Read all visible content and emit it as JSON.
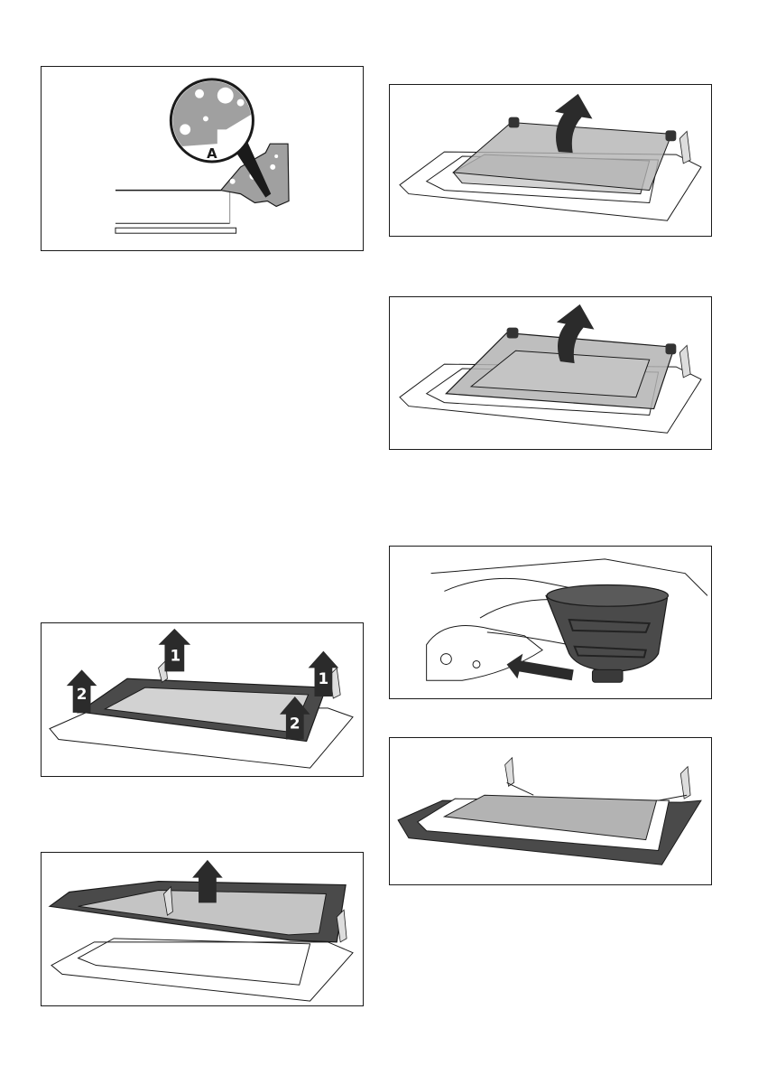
{
  "figures": {
    "hinge_detail": {
      "callout_label": "A"
    },
    "door_frame_removal": {
      "step_labels": [
        "1",
        "1",
        "2",
        "2"
      ]
    }
  },
  "colors": {
    "outline": "#1a1a1a",
    "dark_frame": "#4a4a4a",
    "glass": "#b3b3b3",
    "glass_light": "#d2d2d2",
    "arrow": "#2b2b2b"
  },
  "icons": [
    "up-arrow-icon",
    "right-arrow-icon",
    "magnifier-callout-icon"
  ]
}
